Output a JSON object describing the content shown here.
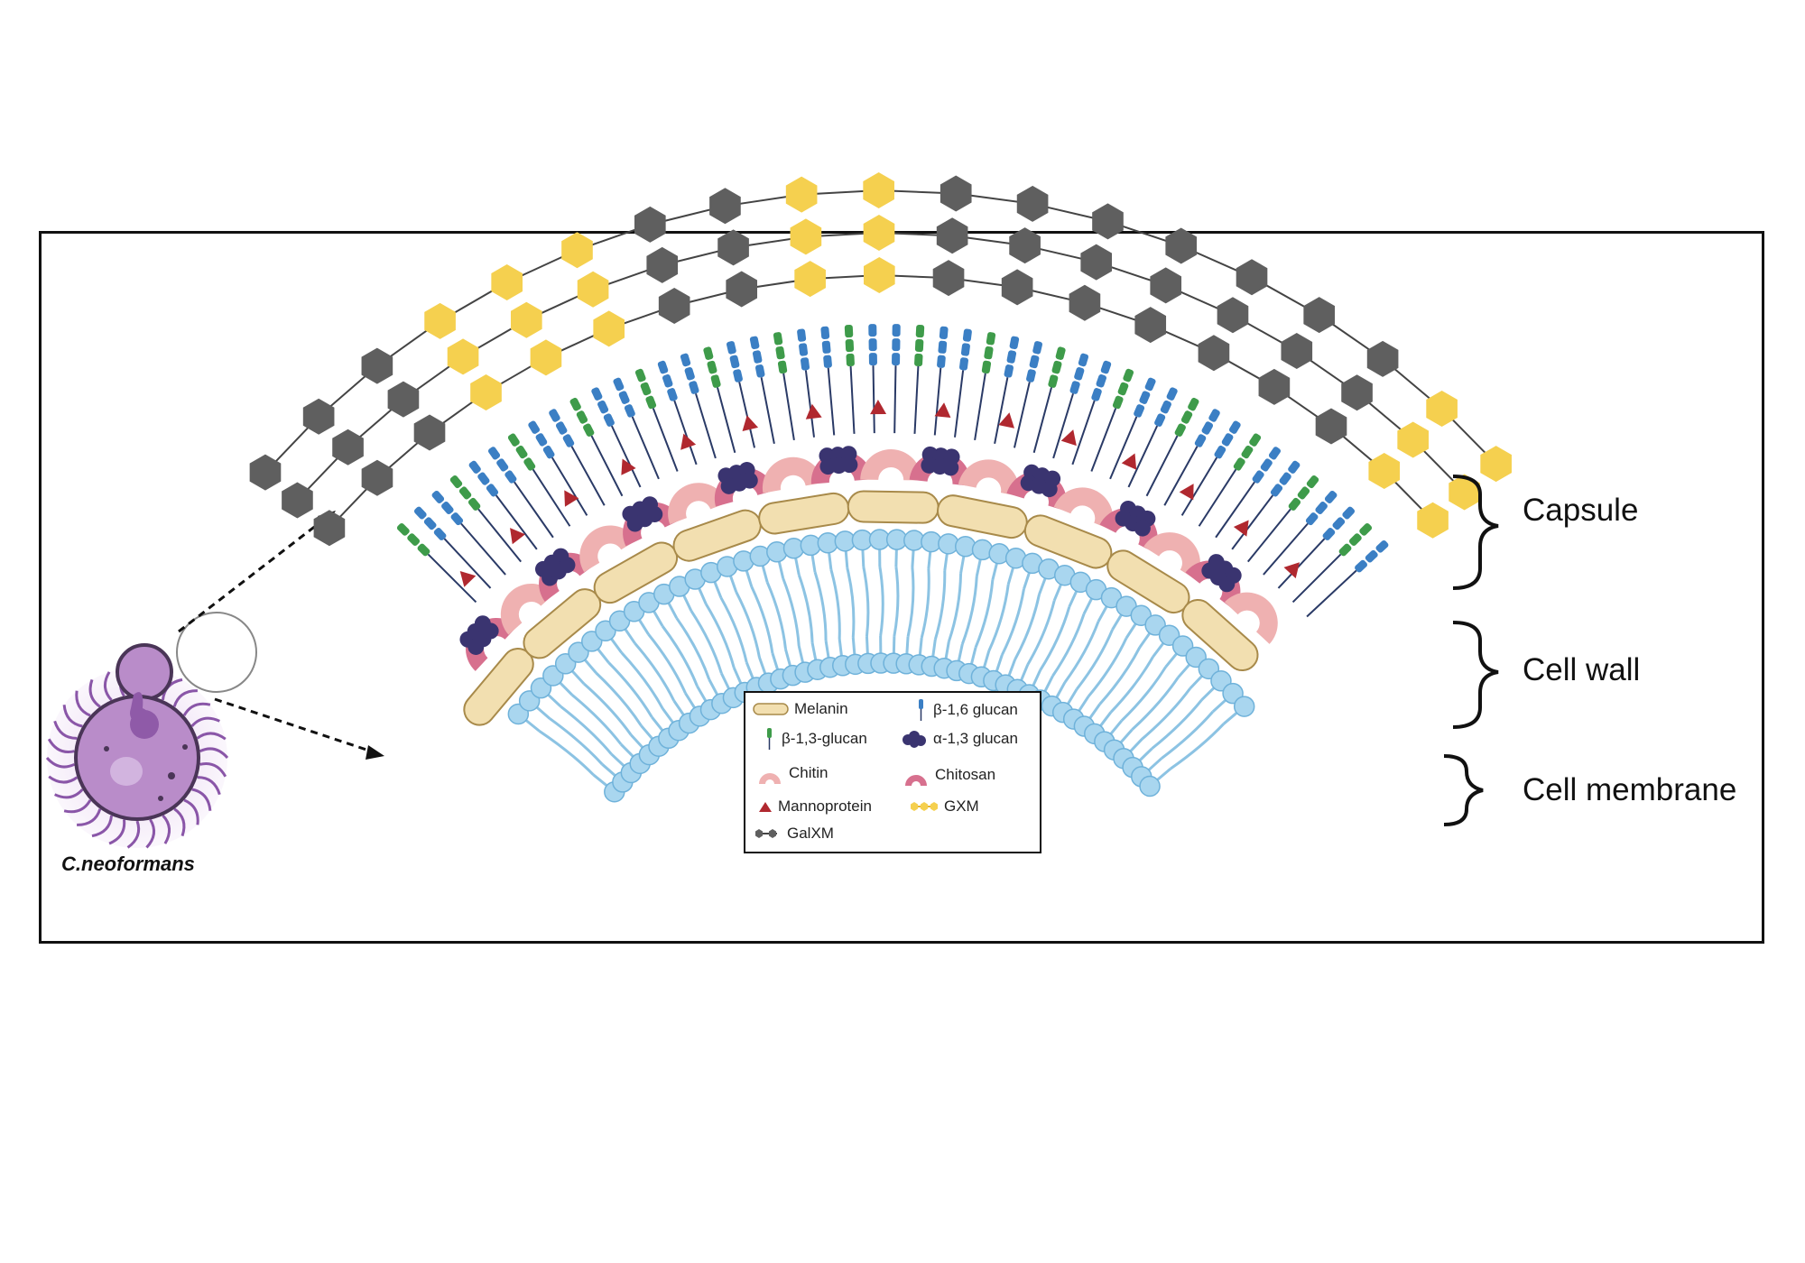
{
  "species_label": "C.neoformans",
  "layers": {
    "capsule": "Capsule",
    "cell_wall": "Cell wall",
    "cell_membrane": "Cell membrane"
  },
  "legend": {
    "melanin": "Melanin",
    "beta16": "β-1,6 glucan",
    "beta13": "β-1,3-glucan",
    "alpha13": "α-1,3 glucan",
    "chitin": "Chitin",
    "chitosan": "Chitosan",
    "mannoprotein": "Mannoprotein",
    "gxm": "GXM",
    "galxm": "GalXM"
  },
  "colors": {
    "galxm": "#5f5f5f",
    "gxm": "#f5d04f",
    "melanin": "#f2dfb0",
    "lipid": "#a9d6ef",
    "chitin": "#efb1b1",
    "chitosan": "#d7708e",
    "alpha_glucan": "#3a3470",
    "beta16": "#3b7fc4",
    "beta13": "#3e9b4a",
    "mannoprotein": "#b0282f",
    "yeast": "#b98cc9"
  }
}
